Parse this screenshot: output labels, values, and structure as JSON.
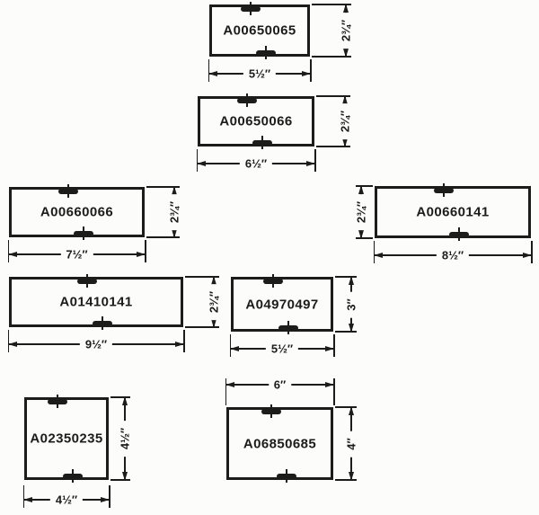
{
  "figure": {
    "type": "parts-dimension-diagram",
    "ink_color": "#1c1c1a",
    "paper_color": "#fcfcfa",
    "description": "Eight rectangular part outlines with center mounting tabs, each labeled with a part number and width/height dimensions in inches"
  },
  "panels": [
    {
      "part": "A00650065",
      "width_label": "5½″",
      "height_label": "2¾″"
    },
    {
      "part": "A00650066",
      "width_label": "6½″",
      "height_label": "2¾″"
    },
    {
      "part": "A00660066",
      "width_label": "7½″",
      "height_label": "2¾″"
    },
    {
      "part": "A00660141",
      "width_label": "8½″",
      "height_label": "2¾″"
    },
    {
      "part": "A01410141",
      "width_label": "9½″",
      "height_label": "2¾″"
    },
    {
      "part": "A04970497",
      "width_label": "5½″",
      "height_label": "3″"
    },
    {
      "part": "A02350235",
      "width_label": "4½″",
      "height_label": "4½″"
    },
    {
      "part": "A06850685",
      "width_label": "6″",
      "height_label": "4″"
    }
  ]
}
